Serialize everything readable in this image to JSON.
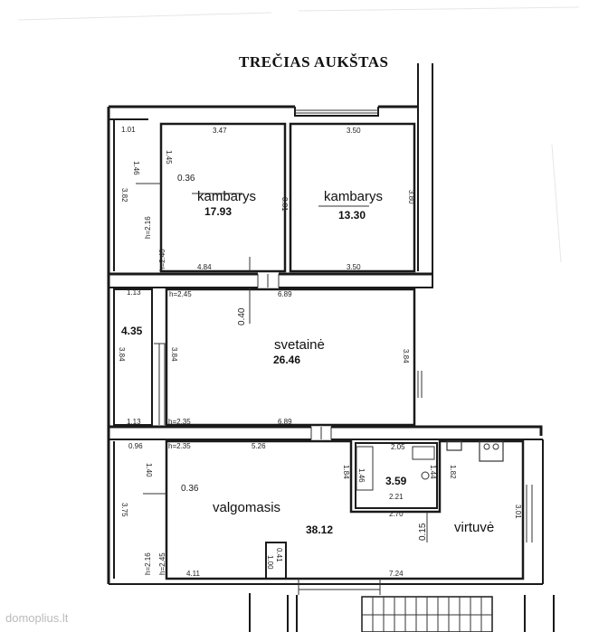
{
  "title": "TREČIAS AUKŠTAS",
  "rooms": [
    {
      "name": "kambarys",
      "area": "17.93"
    },
    {
      "name": "kambarys",
      "area": "13.30"
    },
    {
      "name": "",
      "area": "4.35"
    },
    {
      "name": "svetainė",
      "area": "26.46"
    },
    {
      "name": "valgomasis",
      "area": "38.12"
    },
    {
      "name": "",
      "area": "3.59"
    },
    {
      "name": "virtuvė",
      "area": ""
    }
  ],
  "dimensions": {
    "d_101": "1.01",
    "d_146": "1.46",
    "d_347": "3.47",
    "d_350_top": "3.50",
    "d_145": "1.45",
    "d_036_a": "0.36",
    "d_382": "3.82",
    "d_381": "3.81",
    "d_380": "3.80",
    "d_h216_a": "h=2.16",
    "d_h240": "h=2.40",
    "d_484": "4.84",
    "d_350_bot": "3.50",
    "d_113_a": "1.13",
    "d_h245_a": "h=2.45",
    "d_689_top": "6.89",
    "d_040": "0.40",
    "d_384_a": "3.84",
    "d_384_b": "3.84",
    "d_384_c": "3.84",
    "d_113_b": "1.13",
    "d_h235_a": "h=2.35",
    "d_689_bot": "6.89",
    "d_096": "0.96",
    "d_h235_b": "h=2.35",
    "d_526": "5.26",
    "d_140": "1.40",
    "d_036_b": "0.36",
    "d_375": "3.75",
    "d_184": "1.84",
    "d_146_b": "1.46",
    "d_205": "2.05",
    "d_144": "1.44",
    "d_221": "2.21",
    "d_270": "2.70",
    "d_182": "1.82",
    "d_301": "3.01",
    "d_015": "0.15",
    "d_041": "0.41",
    "d_100": "1.00",
    "d_h216_b": "h=2.16",
    "d_h245_b": "h=2.45",
    "d_411": "4.11",
    "d_724": "7.24"
  },
  "watermark": "domoplius.lt"
}
